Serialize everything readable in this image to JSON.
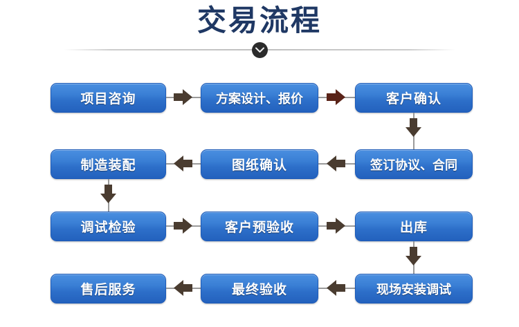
{
  "header": {
    "title": "交易流程",
    "title_color": "#1f3864",
    "divider_color": "#bcbcbc",
    "badge_icon": "chevron-down-icon",
    "badge_color": "#2b2b2b"
  },
  "theme": {
    "node_fill_top": "#4a8fe0",
    "node_fill_bottom": "#2361bd",
    "node_border": "#1d5bb9",
    "node_text": "#ffffff",
    "connector_line": "#9a9a9a",
    "arrow_dark": "#4a3c30",
    "arrow_maroon": "#5a2318"
  },
  "flow": {
    "rows": [
      {
        "direction": "left-to-right",
        "nodes": [
          {
            "id": "project-consultation",
            "label": "项目咨询"
          },
          {
            "id": "scheme-design-quote",
            "label": "方案设计、报价"
          },
          {
            "id": "customer-confirmation",
            "label": "客户确认"
          }
        ]
      },
      {
        "direction": "right-to-left",
        "nodes": [
          {
            "id": "manufacturing-assembly",
            "label": "制造装配"
          },
          {
            "id": "drawing-confirmation",
            "label": "图纸确认"
          },
          {
            "id": "sign-agreement-contract",
            "label": "签订协议、合同"
          }
        ]
      },
      {
        "direction": "left-to-right",
        "nodes": [
          {
            "id": "debug-inspection",
            "label": "调试检验"
          },
          {
            "id": "customer-pre-acceptance",
            "label": "客户预验收"
          },
          {
            "id": "outbound-delivery",
            "label": "出库"
          }
        ]
      },
      {
        "direction": "right-to-left",
        "nodes": [
          {
            "id": "after-sales-service",
            "label": "售后服务"
          },
          {
            "id": "final-acceptance",
            "label": "最终验收"
          },
          {
            "id": "onsite-installation-debug",
            "label": "现场安装调试"
          }
        ]
      }
    ],
    "arrows": [
      {
        "id": "arrow-r1-1",
        "icon": "arrow-right-icon",
        "color": "#4a3c30"
      },
      {
        "id": "arrow-r1-2",
        "icon": "arrow-right-icon",
        "color": "#5a2318"
      },
      {
        "id": "arrow-down-r1-r2",
        "icon": "arrow-down-icon",
        "color": "#4a3c30"
      },
      {
        "id": "arrow-r2-1",
        "icon": "arrow-left-icon",
        "color": "#4a3c30"
      },
      {
        "id": "arrow-r2-2",
        "icon": "arrow-left-icon",
        "color": "#4a3c30"
      },
      {
        "id": "arrow-down-r2-r3",
        "icon": "arrow-down-icon",
        "color": "#4a3c30"
      },
      {
        "id": "arrow-r3-1",
        "icon": "arrow-right-icon",
        "color": "#4a3c30"
      },
      {
        "id": "arrow-r3-2",
        "icon": "arrow-right-icon",
        "color": "#4a3c30"
      },
      {
        "id": "arrow-down-r3-r4",
        "icon": "arrow-down-icon",
        "color": "#4a3c30"
      },
      {
        "id": "arrow-r4-1",
        "icon": "arrow-left-icon",
        "color": "#4a3c30"
      },
      {
        "id": "arrow-r4-2",
        "icon": "arrow-left-icon",
        "color": "#4a3c30"
      }
    ]
  }
}
